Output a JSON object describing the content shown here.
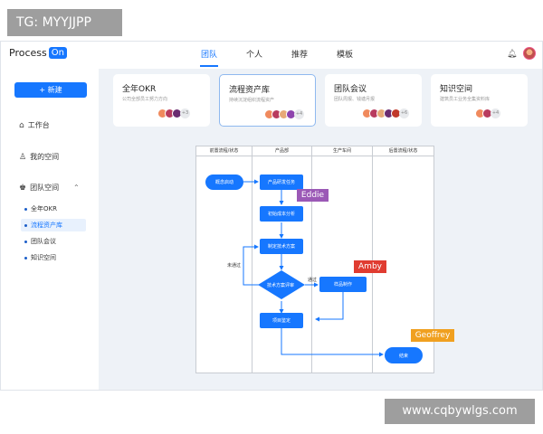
{
  "overlay": {
    "tg_label": "TG: MYYJJPP",
    "watermark": "www.cqbywlgs.com"
  },
  "logo": {
    "text": "Process",
    "box": "On"
  },
  "nav": {
    "items": [
      "团队",
      "个人",
      "推荐",
      "模板"
    ],
    "active_index": 0
  },
  "sidebar": {
    "new_button": "+ 新建",
    "workbench": "工作台",
    "my_space": "我的空间",
    "team_space": "团队空间",
    "sub_items": [
      "全年OKR",
      "流程资产库",
      "团队会议",
      "知识空间"
    ],
    "active_sub_index": 1
  },
  "cards": [
    {
      "title": "全年OKR",
      "subtitle": "公司全部员工努力方向",
      "more": "+3"
    },
    {
      "title": "流程资产库",
      "subtitle": "持续沉淀组织流程资产",
      "more": "+4"
    },
    {
      "title": "团队会议",
      "subtitle": "团队周报、钱塘月报",
      "more": "+6"
    },
    {
      "title": "知识空间",
      "subtitle": "建筑员工业务全集资料库",
      "more": "+4"
    }
  ],
  "flow": {
    "lanes": [
      "前置流程/状态",
      "产品部",
      "生产车间",
      "后置流程/状态"
    ],
    "nodes": {
      "start": "概念启动",
      "product_research": "产品研发任务",
      "cost_analysis": "初始成本分析",
      "tech_plan": "制定技术方案",
      "tech_review": "技术方案评审",
      "sample": "样品制作",
      "project_approval": "项目鉴定",
      "end": "结束"
    },
    "edge_labels": {
      "rejected": "未通过",
      "passed": "通过"
    },
    "tags": [
      {
        "name": "Eddie",
        "color": "#9b59b6"
      },
      {
        "name": "Amby",
        "color": "#e03c31"
      },
      {
        "name": "Geoffrey",
        "color": "#f0a020"
      }
    ]
  },
  "colors": {
    "accent": "#1677ff",
    "main_bg": "#eef2f7"
  }
}
